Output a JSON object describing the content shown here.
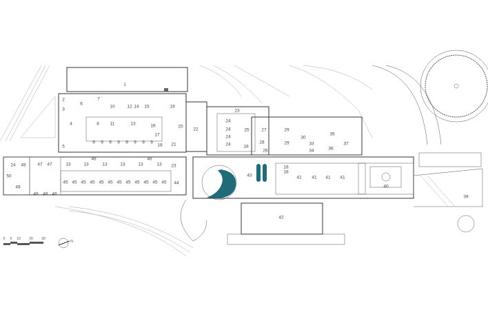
{
  "plan": {
    "room_labels": [
      "1",
      "2",
      "3",
      "4",
      "5",
      "6",
      "7",
      "10",
      "12",
      "14",
      "15",
      "19",
      "20",
      "22",
      "21",
      "17",
      "18",
      "11",
      "13",
      "8",
      "16",
      "23",
      "24",
      "24",
      "24",
      "24",
      "25",
      "27",
      "29",
      "29",
      "28",
      "26",
      "18",
      "30",
      "33",
      "34",
      "35",
      "36",
      "37",
      "24",
      "49",
      "47",
      "47",
      "13",
      "13",
      "13",
      "13",
      "13",
      "13",
      "23",
      "46",
      "46",
      "50",
      "49",
      "48",
      "48",
      "48",
      "45",
      "45",
      "45",
      "45",
      "45",
      "45",
      "45",
      "45",
      "45",
      "45",
      "45",
      "45",
      "44",
      "43",
      "18",
      "18",
      "41",
      "41",
      "41",
      "41",
      "40",
      "39",
      "42",
      "9",
      "9",
      "9",
      "9",
      "9",
      "9",
      "9",
      "9"
    ],
    "scale_bar": {
      "ticks": [
        "0",
        "5",
        "10",
        "20",
        "30"
      ]
    },
    "north_label": "N",
    "accent_color": "#1f6b7a"
  }
}
